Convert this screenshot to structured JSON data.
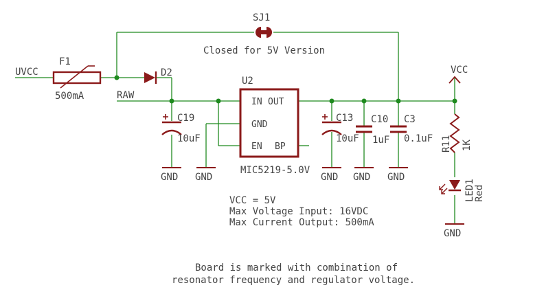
{
  "schematic": {
    "labels": {
      "uvcc": "UVCC",
      "f1": "F1",
      "f1_value": "500mA",
      "sj1": "SJ1",
      "sj1_note": "Closed for 5V Version",
      "d2": "D2",
      "raw": "RAW",
      "u2": "U2",
      "u2_in": "IN",
      "u2_out": "OUT",
      "u2_gnd": "GND",
      "u2_en": "EN",
      "u2_bp": "BP",
      "u2_part": "MIC5219-5.0V",
      "c19": "C19",
      "c19_value": "10uF",
      "c13": "C13",
      "c13_value": "10uF",
      "c10": "C10",
      "c10_value": "1uF",
      "c3": "C3",
      "c3_value": "0.1uF",
      "vcc": "VCC",
      "r11": "R11",
      "r11_value": "1K",
      "led1": "LED1",
      "led1_color": "Red",
      "gnd": "GND"
    },
    "notes": {
      "spec_line1": "VCC = 5V",
      "spec_line2": "Max Voltage Input: 16VDC",
      "spec_line3": "Max Current Output: 500mA",
      "board_line1": "Board is marked with combination of",
      "board_line2": "resonator frequency and regulator voltage."
    },
    "colors": {
      "wire": "#1f8a1f",
      "component": "#8b1a1a",
      "text": "#444444"
    }
  }
}
